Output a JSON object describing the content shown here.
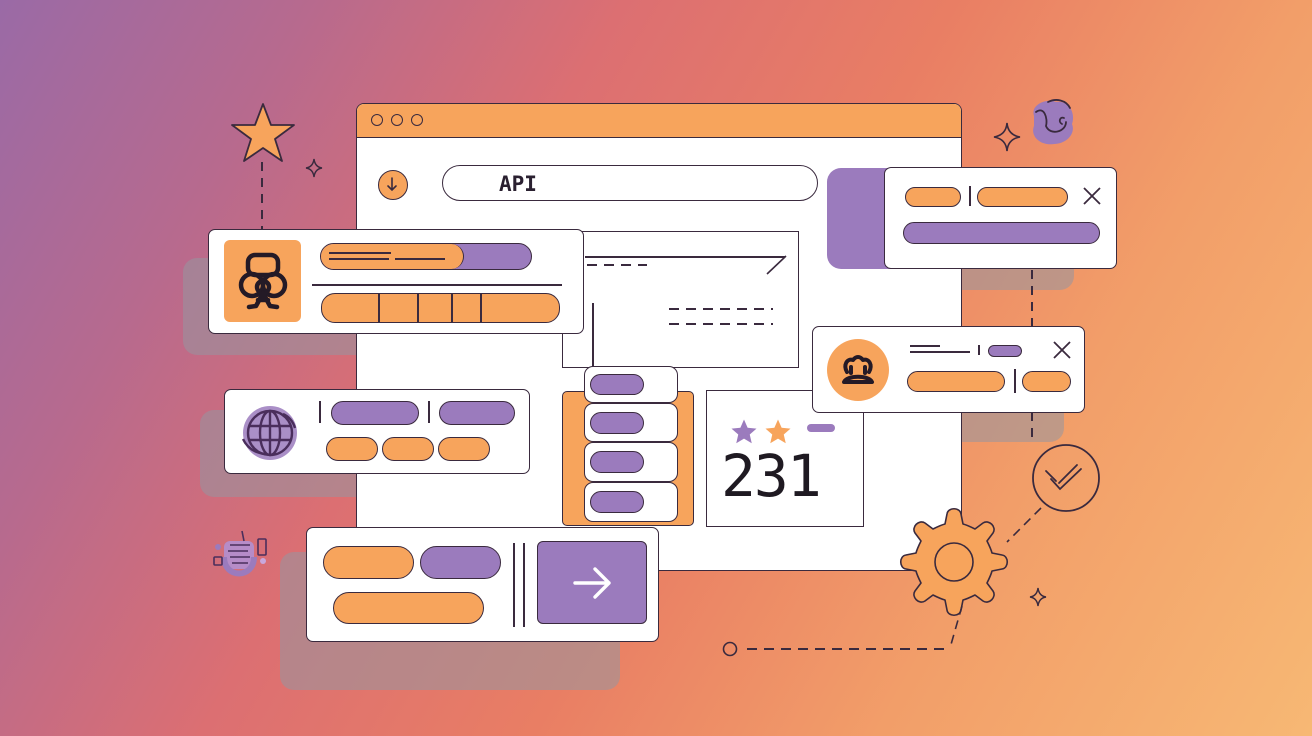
{
  "browser": {
    "window_controls": [
      "close-dot",
      "minimize-dot",
      "maximize-dot"
    ],
    "address_bar": {
      "value": "API"
    },
    "nav_icon": "download-arrow-icon"
  },
  "stats_card": {
    "value": "231",
    "icons": [
      "star-purple",
      "star-orange"
    ]
  },
  "cards": {
    "network_card": {
      "icon": "network-nodes-icon"
    },
    "globe_card": {
      "icon": "globe-icon"
    },
    "action_card": {
      "icon": "arrow-right-icon"
    },
    "notification_top": {
      "icon": "close-icon"
    },
    "notification_user": {
      "icon": "users-icon"
    }
  },
  "decorations": [
    "star-icon",
    "sparkle-icon",
    "gear-icon",
    "check-circle-icon",
    "blob-icon",
    "robot-icon"
  ],
  "colors": {
    "orange": "#f7a45c",
    "purple": "#9b7bbd",
    "ink": "#3a2a3e",
    "white": "#ffffff",
    "shadow": "#9a9aa5"
  }
}
